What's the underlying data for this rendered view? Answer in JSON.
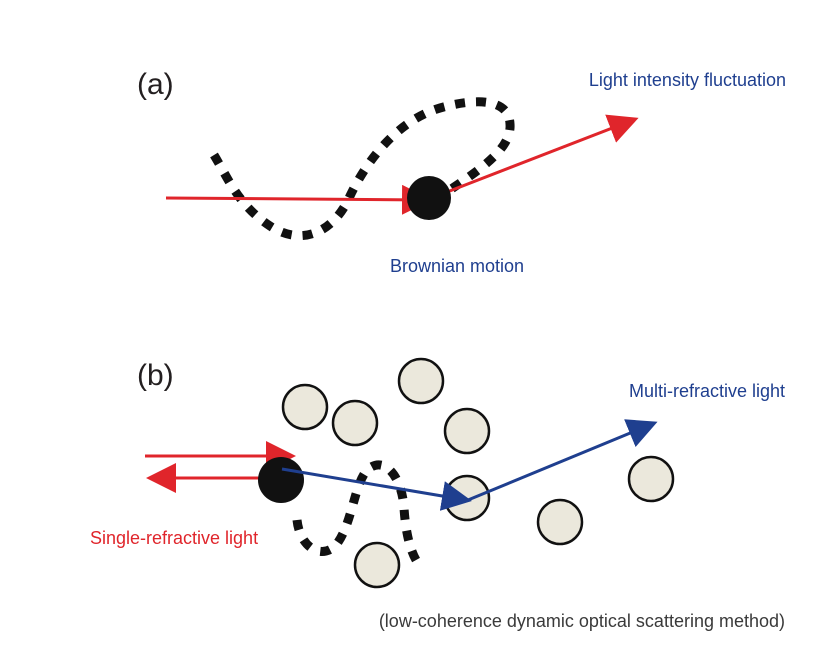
{
  "panel_a": {
    "label": "(a)",
    "light_intensity_label": "Light intensity fluctuation",
    "brownian_label": "Brownian motion"
  },
  "panel_b": {
    "label": "(b)",
    "multi_label": "Multi-refractive light",
    "single_label": "Single-refractive light",
    "method_label": "(low-coherence dynamic optical scattering method)"
  },
  "colors": {
    "red": "#e0252b",
    "blue": "#1f3f8f",
    "particle_fill": "#ebe8dc",
    "black": "#111111"
  }
}
